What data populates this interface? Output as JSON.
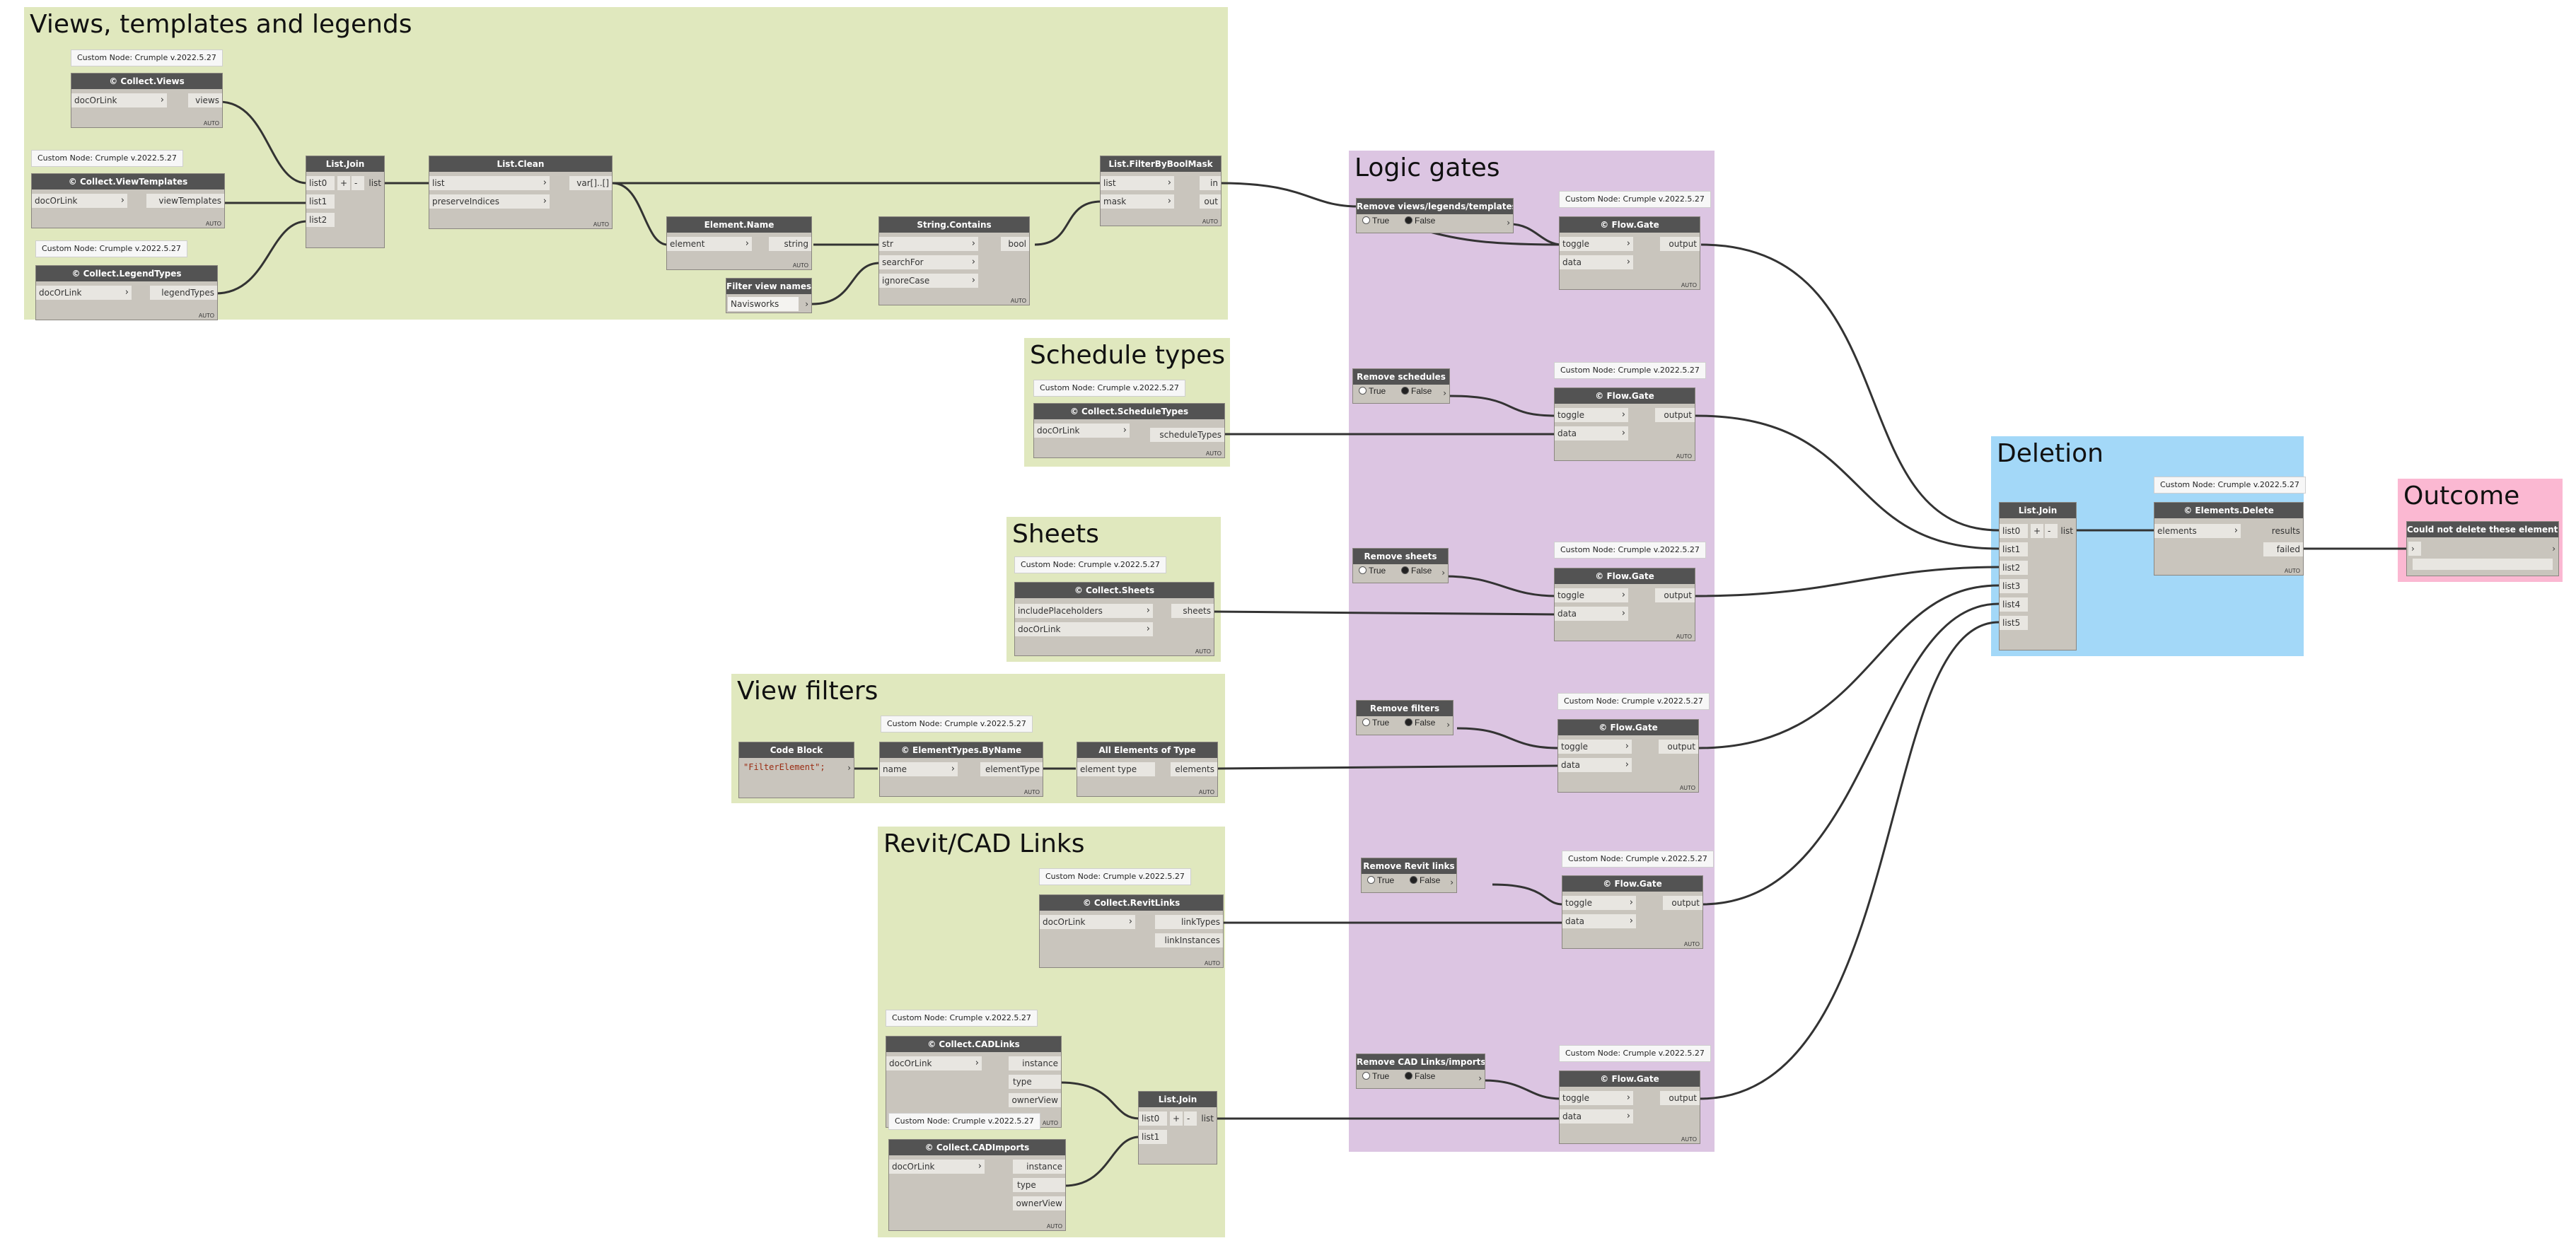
{
  "groups": {
    "views": "Views, templates and legends",
    "logic": "Logic gates",
    "schedules": "Schedule types",
    "sheets": "Sheets",
    "filters": "View filters",
    "links": "Revit/CAD Links",
    "deletion": "Deletion",
    "outcome": "Outcome"
  },
  "colors": {
    "green_group": "#e0e8be",
    "purple_group": "#dcc5e2",
    "blue_group": "#a3d8f8",
    "pink_group": "#fbb8d2",
    "node_header": "#535353",
    "wire": "#333333"
  },
  "custom_label": "Custom Node: Crumple v.2022.5.27",
  "auto": "AUTO",
  "chevron": "›",
  "bool": {
    "true": "True",
    "false": "False"
  },
  "nodes": {
    "collect_views": {
      "title": "© Collect.Views",
      "in": [
        "docOrLink"
      ],
      "out": [
        "views"
      ]
    },
    "collect_viewtemplates": {
      "title": "© Collect.ViewTemplates",
      "in": [
        "docOrLink"
      ],
      "out": [
        "viewTemplates"
      ]
    },
    "collect_legendtypes": {
      "title": "© Collect.LegendTypes",
      "in": [
        "docOrLink"
      ],
      "out": [
        "legendTypes"
      ]
    },
    "list_join_1": {
      "title": "List.Join",
      "in": [
        "list0",
        "list1",
        "list2"
      ],
      "plus": "+",
      "minus": "-",
      "out": [
        "list"
      ]
    },
    "list_clean": {
      "title": "List.Clean",
      "in": [
        "list",
        "preserveIndices"
      ],
      "out": [
        "var[]..[]"
      ]
    },
    "element_name": {
      "title": "Element.Name",
      "in": [
        "element"
      ],
      "out": [
        "string"
      ]
    },
    "string_contains": {
      "title": "String.Contains",
      "in": [
        "str",
        "searchFor",
        "ignoreCase"
      ],
      "out": [
        "bool"
      ]
    },
    "filter_view_names": {
      "title": "Filter view names",
      "value": "Navisworks"
    },
    "list_filter": {
      "title": "List.FilterByBoolMask",
      "in": [
        "list",
        "mask"
      ],
      "out": [
        "in",
        "out"
      ]
    },
    "remove_views": {
      "title": "Remove views/legends/templates"
    },
    "gate_1": {
      "title": "© Flow.Gate",
      "in": [
        "toggle",
        "data"
      ],
      "out": [
        "output"
      ]
    },
    "collect_scheduletypes": {
      "title": "© Collect.ScheduleTypes",
      "in": [
        "docOrLink"
      ],
      "out": [
        "scheduleTypes"
      ]
    },
    "remove_schedules": {
      "title": "Remove schedules"
    },
    "gate_2": {
      "title": "© Flow.Gate",
      "in": [
        "toggle",
        "data"
      ],
      "out": [
        "output"
      ]
    },
    "collect_sheets": {
      "title": "© Collect.Sheets",
      "in": [
        "includePlaceholders",
        "docOrLink"
      ],
      "out": [
        "sheets"
      ]
    },
    "remove_sheets": {
      "title": "Remove sheets"
    },
    "gate_3": {
      "title": "© Flow.Gate",
      "in": [
        "toggle",
        "data"
      ],
      "out": [
        "output"
      ]
    },
    "code_block": {
      "title": "Code Block",
      "code": "\"FilterElement\";"
    },
    "elementtypes_byname": {
      "title": "© ElementTypes.ByName",
      "in": [
        "name"
      ],
      "out": [
        "elementType"
      ]
    },
    "all_elements_of_type": {
      "title": "All Elements of Type",
      "in": [
        "element type"
      ],
      "out": [
        "elements"
      ]
    },
    "remove_filters": {
      "title": "Remove filters"
    },
    "gate_4": {
      "title": "© Flow.Gate",
      "in": [
        "toggle",
        "data"
      ],
      "out": [
        "output"
      ]
    },
    "collect_revitlinks": {
      "title": "© Collect.RevitLinks",
      "in": [
        "docOrLink"
      ],
      "out": [
        "linkTypes",
        "linkInstances"
      ]
    },
    "remove_revit_links": {
      "title": "Remove Revit links"
    },
    "gate_5": {
      "title": "© Flow.Gate",
      "in": [
        "toggle",
        "data"
      ],
      "out": [
        "output"
      ]
    },
    "collect_cadlinks": {
      "title": "© Collect.CADLinks",
      "in": [
        "docOrLink"
      ],
      "out": [
        "instance",
        "type",
        "ownerView"
      ]
    },
    "collect_cadimports": {
      "title": "© Collect.CADImports",
      "in": [
        "docOrLink"
      ],
      "out": [
        "instance",
        "type",
        "ownerView"
      ]
    },
    "list_join_2": {
      "title": "List.Join",
      "in": [
        "list0",
        "list1"
      ],
      "plus": "+",
      "minus": "-",
      "out": [
        "list"
      ]
    },
    "remove_cad": {
      "title": "Remove CAD Links/imports"
    },
    "gate_6": {
      "title": "© Flow.Gate",
      "in": [
        "toggle",
        "data"
      ],
      "out": [
        "output"
      ]
    },
    "list_join_3": {
      "title": "List.Join",
      "in": [
        "list0",
        "list1",
        "list2",
        "list3",
        "list4",
        "list5"
      ],
      "plus": "+",
      "minus": "-",
      "out": [
        "list"
      ]
    },
    "elements_delete": {
      "title": "© Elements.Delete",
      "in": [
        "elements"
      ],
      "out": [
        "results",
        "failed"
      ]
    },
    "watch": {
      "title": "Could not delete these elements"
    }
  }
}
